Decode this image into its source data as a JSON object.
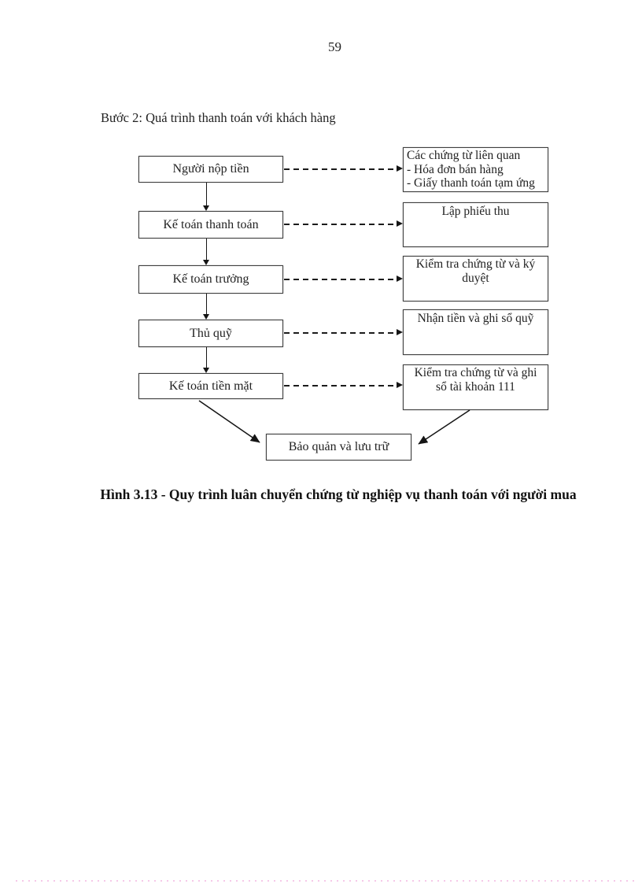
{
  "page": {
    "number": "59",
    "intro": "Bước 2: Quá trình thanh toán với khách hàng",
    "caption": "Hình 3.13 - Quy trình luân chuyển chứng từ nghiệp vụ thanh toán với người mua"
  },
  "flowchart": {
    "actors": [
      {
        "label": "Người nộp tiền"
      },
      {
        "label": "Kế toán thanh toán"
      },
      {
        "label": "Kế toán trưởng"
      },
      {
        "label": "Thủ quỹ"
      },
      {
        "label": "Kế toán tiền mặt"
      }
    ],
    "tasks": [
      {
        "line1": "Các chứng từ liên quan",
        "line2": "- Hóa đơn bán hàng",
        "line3": "- Giấy thanh toán tạm ứng"
      },
      {
        "text": "Lập phiếu thu"
      },
      {
        "text": "Kiểm tra chứng từ và ký duyệt"
      },
      {
        "text": "Nhận tiền và ghi sổ quỹ"
      },
      {
        "text": "Kiểm tra chứng từ và ghi sổ tài khoản 111"
      }
    ],
    "final_box": "Bảo quản và lưu trữ"
  },
  "colors": {
    "background": "#ffffff",
    "box_border": "#3f3f3f",
    "text": "#1f1f1f",
    "arrow": "#151515",
    "footer_dots": "#f6c9e8"
  }
}
